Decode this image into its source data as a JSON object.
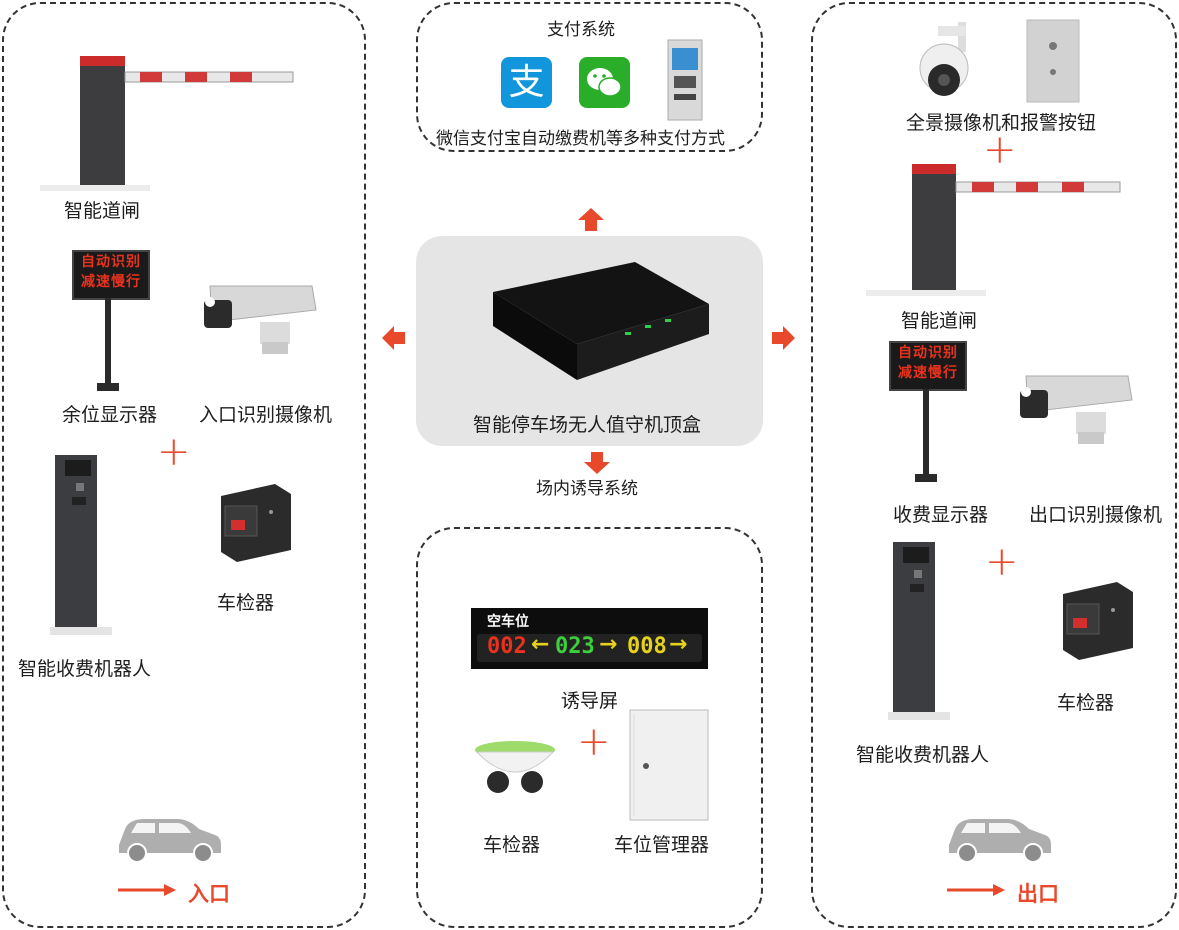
{
  "left_panel": {
    "barrier_label": "智能道闸",
    "display_label": "余位显示器",
    "display_text_line1": "自动识别",
    "display_text_line2": "减速慢行",
    "camera_label": "入口识别摄像机",
    "robot_label": "智能收费机器人",
    "detector_label": "车检器",
    "direction_label": "入口"
  },
  "payment_panel": {
    "title": "支付系统",
    "alipay_glyph": "支",
    "caption": "微信支付宝自动缴费机等多种支付方式"
  },
  "center": {
    "device_label": "智能停车场无人值守机顶盒",
    "guidance_label": "场内诱导系统"
  },
  "guidance_panel": {
    "screen_title": "空车位",
    "counts": [
      "002",
      "023",
      "008"
    ],
    "screen_label": "诱导屏",
    "detector_label": "车检器",
    "manager_label": "车位管理器"
  },
  "right_panel": {
    "camera_alarm_label": "全景摄像机和报警按钮",
    "barrier_label": "智能道闸",
    "display_label": "收费显示器",
    "display_text_line1": "自动识别",
    "display_text_line2": "减速慢行",
    "camera_label": "出口识别摄像机",
    "robot_label": "智能收费机器人",
    "detector_label": "车检器",
    "direction_label": "出口"
  },
  "colors": {
    "accent": "#e8492b",
    "led_red": "#e8321e",
    "led_green": "#3ecf3e",
    "led_yellow": "#e6d21c",
    "alipay": "#1296db",
    "wechat": "#2aae2a"
  },
  "icons": [
    "barrier-gate-icon",
    "led-display-icon",
    "camera-icon",
    "robot-icon",
    "detector-icon",
    "car-icon",
    "alipay-icon",
    "wechat-icon",
    "kiosk-icon",
    "set-top-box-icon",
    "dome-camera-icon",
    "cabinet-icon",
    "panorama-camera-icon",
    "alarm-button-icon"
  ]
}
